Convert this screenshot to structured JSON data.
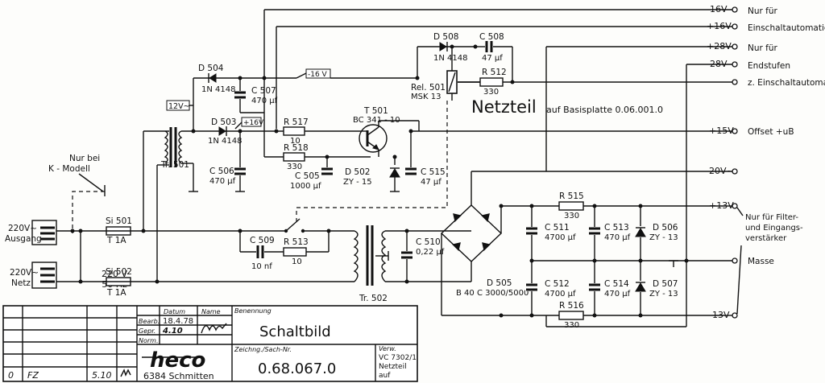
{
  "title_block": {
    "drawing_title": "Schaltbild",
    "drawing_number": "0.68.067.0",
    "company_logo": "heco",
    "company_city": "6384 Schmitten",
    "labels": {
      "bearb": "Bearb.",
      "gepr": "Gepr.",
      "norm": "Norm.",
      "datum": "Datum",
      "name": "Name",
      "benennung": "Benennung",
      "zeichn": "Zeichng./Sach-Nr.",
      "verw": "Verw."
    },
    "bearb_date": "18.4.78",
    "gepr_date": "4.10",
    "verw_lines": [
      "VC 7302/1",
      "Netzteil",
      "auf"
    ],
    "revision": {
      "index": "0",
      "code": "FZ",
      "date": "5.10"
    }
  },
  "heading": {
    "main": "Netzteil",
    "sub": "auf Basisplatte  0.06.001.0"
  },
  "outputs": [
    {
      "voltage": "-16V",
      "label": "Nur für"
    },
    {
      "voltage": "+16V",
      "label": "Einschaltautomatic"
    },
    {
      "voltage": "+28V",
      "label": "Nur für"
    },
    {
      "voltage": "-28V",
      "label": "Endstufen"
    },
    {
      "voltage": "",
      "label": "z. Einschaltautomat"
    },
    {
      "voltage": "+15V",
      "label": "Offset +uB"
    },
    {
      "voltage": "20V~",
      "label": ""
    },
    {
      "voltage": "+13V",
      "label": ""
    },
    {
      "voltage": "",
      "label": "Masse"
    },
    {
      "voltage": "-13V",
      "label": ""
    }
  ],
  "filter_note": [
    "Nur für Filter-",
    "und Eingangs-",
    "verstärker"
  ],
  "inputs": {
    "ausgang": [
      "220V~",
      "Ausgang"
    ],
    "netz": [
      "220V~",
      "Netz"
    ],
    "mains": [
      "220 V",
      "50 Hz"
    ],
    "k_modell": [
      "Nur bei",
      "K - Modell"
    ]
  },
  "wire_tags": {
    "v12": "12V~",
    "m16": "-16 V",
    "p16": "+16V"
  },
  "components": {
    "si501": {
      "ref": "Si 501",
      "val": "T 1A"
    },
    "si502": {
      "ref": "Si 502",
      "val": "T 1A"
    },
    "tr501": {
      "ref": "Tr. 501"
    },
    "tr502": {
      "ref": "Tr. 502"
    },
    "d504": {
      "ref": "D 504",
      "val": "1N 4148"
    },
    "d503": {
      "ref": "D 503",
      "val": "1N 4148"
    },
    "d508": {
      "ref": "D 508",
      "val": "1N 4148"
    },
    "c507": {
      "ref": "C 507",
      "val": "470 µf"
    },
    "c506": {
      "ref": "C 506",
      "val": "470 µf"
    },
    "c508": {
      "ref": "C 508",
      "val": "47 µf"
    },
    "r517": {
      "ref": "R 517",
      "val": "10"
    },
    "r518": {
      "ref": "R 518",
      "val": "330"
    },
    "r512": {
      "ref": "R 512",
      "val": "330"
    },
    "rel501": {
      "ref": "Rel. 501",
      "val": "MSK 13"
    },
    "t501": {
      "ref": "T 501",
      "val": "BC 341 - 10"
    },
    "c505": {
      "ref": "C 505",
      "val": "1000 µf"
    },
    "d502": {
      "ref": "D 502",
      "val": "ZY - 15"
    },
    "c515": {
      "ref": "C 515",
      "val": "47 µf"
    },
    "c509": {
      "ref": "C 509",
      "val": "10 nf"
    },
    "r513": {
      "ref": "R 513",
      "val": "10"
    },
    "c510": {
      "ref": "C 510",
      "val": "0,22 µf"
    },
    "d505": {
      "ref": "D 505",
      "val": "B 40 C 3000/5000"
    },
    "r515": {
      "ref": "R 515",
      "val": "330"
    },
    "r516": {
      "ref": "R 516",
      "val": "330"
    },
    "c511": {
      "ref": "C 511",
      "val": "4700 µf"
    },
    "c512": {
      "ref": "C 512",
      "val": "4700 µf"
    },
    "c513": {
      "ref": "C 513",
      "val": "470 µf"
    },
    "c514": {
      "ref": "C 514",
      "val": "470 µf"
    },
    "d506": {
      "ref": "D 506",
      "val": "ZY - 13"
    },
    "d507": {
      "ref": "D 507",
      "val": "ZY - 13"
    }
  }
}
